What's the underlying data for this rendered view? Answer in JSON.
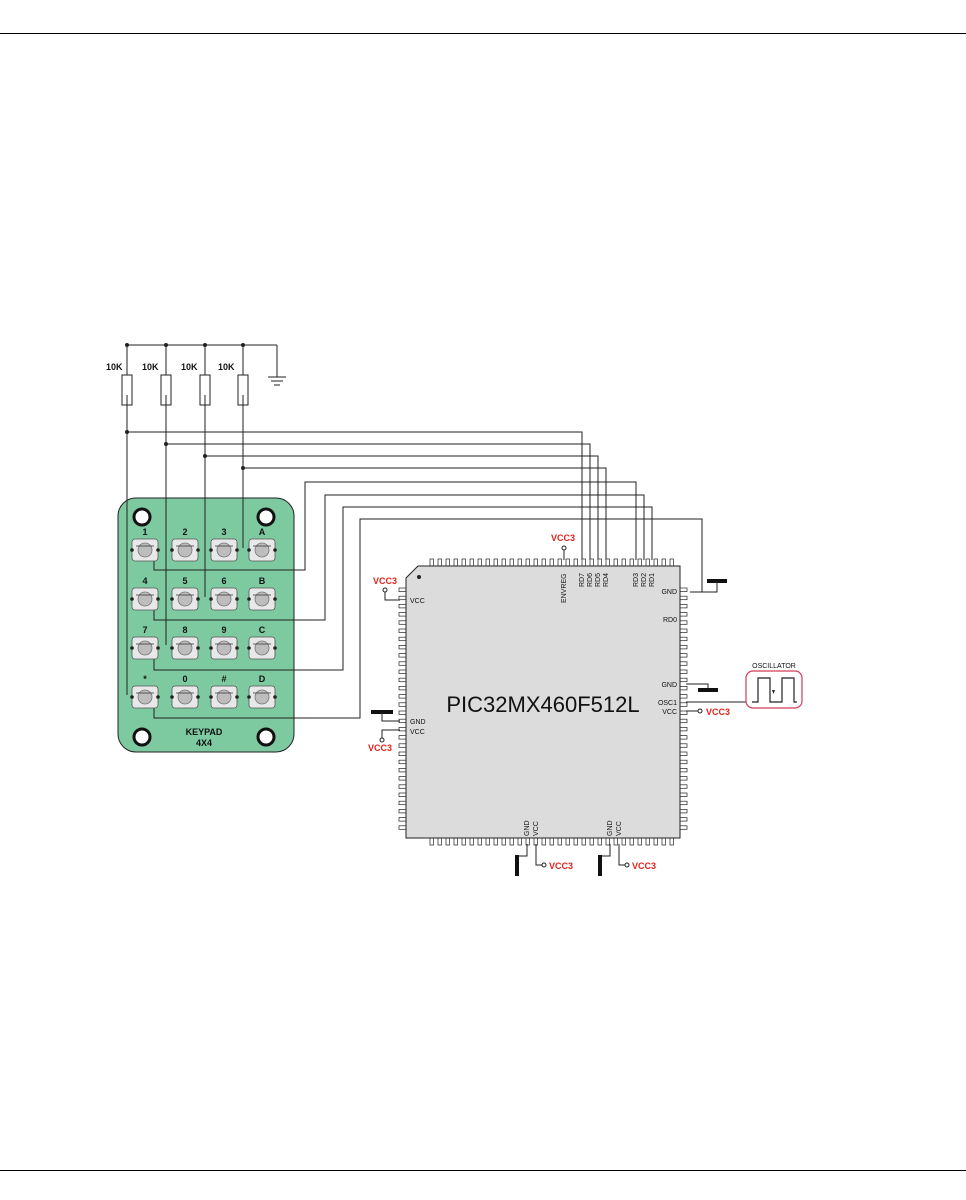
{
  "resistors": [
    {
      "label": "10K"
    },
    {
      "label": "10K"
    },
    {
      "label": "10K"
    },
    {
      "label": "10K"
    }
  ],
  "keypad": {
    "title": "KEYPAD",
    "subtitle": "4X4",
    "keys": [
      "1",
      "2",
      "3",
      "A",
      "4",
      "5",
      "6",
      "B",
      "7",
      "8",
      "9",
      "C",
      "*",
      "0",
      "#",
      "D"
    ]
  },
  "mcu": {
    "name": "PIC32MX460F512L",
    "top_pins": [
      "ENVREG",
      "RD7",
      "RD6",
      "RD5",
      "RD4",
      "RD3",
      "RD2",
      "RD1"
    ],
    "right_pins": [
      "GND",
      "RD0",
      "GND",
      "OSC1",
      "VCC"
    ],
    "left_pins": [
      "VCC",
      "GND",
      "VCC"
    ],
    "bottom_pins": [
      "GND",
      "VCC",
      "GND",
      "VCC"
    ]
  },
  "power_label": "VCC3",
  "oscillator": {
    "label": "OSCILLATOR"
  },
  "colors": {
    "keypad_green": "#7dc9a0",
    "power_red": "#e0241b",
    "chip_gray": "#dcdcdc"
  }
}
